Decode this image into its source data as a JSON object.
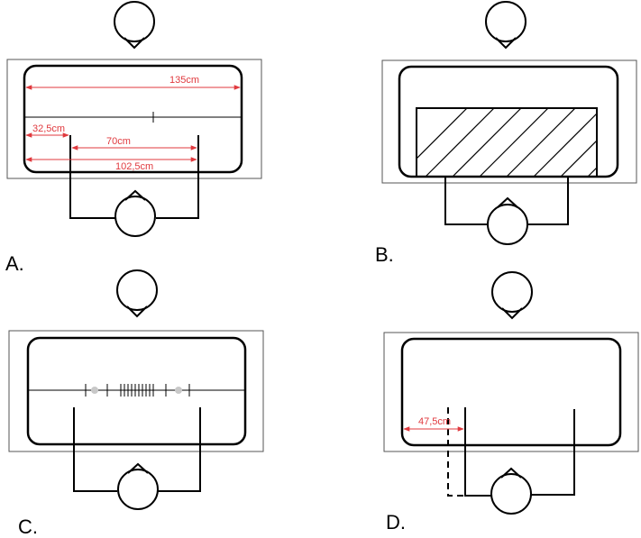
{
  "colors": {
    "line": "#000000",
    "frame": "#555555",
    "dimension": "#e0393e",
    "marker": "#c8c8c8"
  },
  "panels": {
    "a": {
      "letter": "A.",
      "dimensions": {
        "overall": "135cm",
        "left_offset": "32,5cm",
        "inner_span": "70cm",
        "outer_span": "102,5cm"
      }
    },
    "b": {
      "letter": "B."
    },
    "c": {
      "letter": "C."
    },
    "d": {
      "letter": "D.",
      "dimensions": {
        "left_offset": "47,5cm"
      }
    }
  }
}
